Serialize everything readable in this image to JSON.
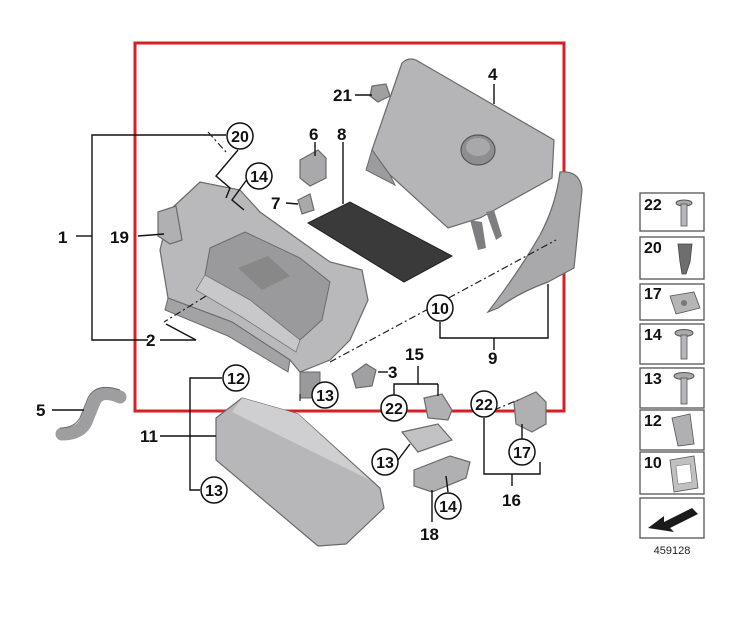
{
  "diagram_id": "459128",
  "colors": {
    "highlight_frame": "#d91f26",
    "part_fill": "#b5b5b7",
    "part_dark": "#8e8e90",
    "mat_fill": "#3a3a3a",
    "line": "#111111"
  },
  "callouts": {
    "c1": "1",
    "c2": "2",
    "c3": "3",
    "c4": "4",
    "c5": "5",
    "c6": "6",
    "c7": "7",
    "c8": "8",
    "c9": "9",
    "c10": "10",
    "c11": "11",
    "c12": "12",
    "c13a": "13",
    "c13b": "13",
    "c13c": "13",
    "c14a": "14",
    "c14b": "14",
    "c15": "15",
    "c16": "16",
    "c17": "17",
    "c18": "18",
    "c19": "19",
    "c20": "20",
    "c21": "21",
    "c22a": "22",
    "c22b": "22"
  },
  "side_legend": [
    {
      "number": "22",
      "icon": "screw-icon"
    },
    {
      "number": "20",
      "icon": "plug-icon"
    },
    {
      "number": "17",
      "icon": "clip-nut-icon"
    },
    {
      "number": "14",
      "icon": "screw-icon"
    },
    {
      "number": "13",
      "icon": "screw-icon"
    },
    {
      "number": "12",
      "icon": "spring-clip-icon"
    },
    {
      "number": "10",
      "icon": "bracket-clip-icon"
    },
    {
      "number": "",
      "icon": "arrow-icon"
    }
  ]
}
